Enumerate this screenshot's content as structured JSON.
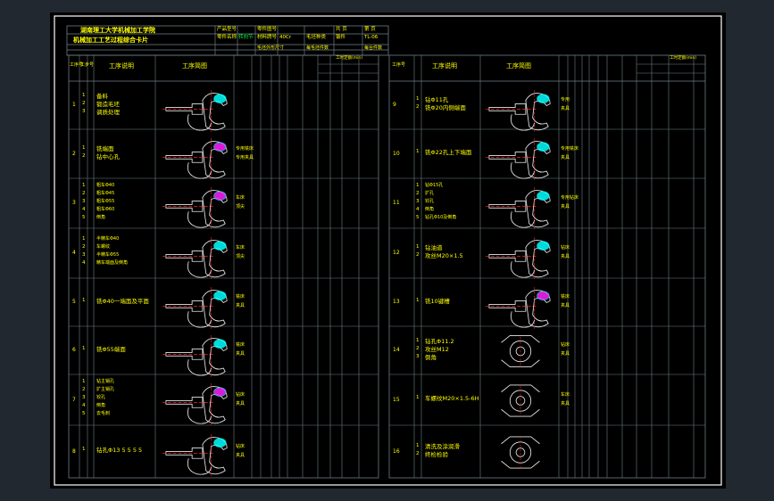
{
  "header": {
    "school": "湖南理工大学机械加工学院",
    "card_title": "机械加工工艺过程综合卡片",
    "r1": [
      "产品型号",
      "",
      "零件图号",
      "",
      "",
      "共 页",
      "第 页"
    ],
    "r2": [
      "零件名称",
      "转向节",
      "材料牌号",
      "40Cr",
      "毛坯种类",
      "锻件",
      "",
      "TL-06"
    ],
    "r3": [
      "",
      "",
      "毛坯外形尺寸",
      "",
      "每毛坯件数",
      "",
      "每台件数",
      "",
      "备注"
    ],
    "col_labels": [
      "工序号",
      "工步号",
      "工序说明",
      "工序简图"
    ],
    "sub_header": "工时定额(min)"
  },
  "left_ops": [
    {
      "no": "1",
      "steps": [
        "1",
        "2",
        "3"
      ],
      "text": [
        "备料",
        "锻造毛坯",
        "调质处理"
      ],
      "equip": [
        "",
        ""
      ]
    },
    {
      "no": "2",
      "steps": [
        "1",
        "2"
      ],
      "text": [
        "铣端面",
        "钻中心孔"
      ],
      "equip": [
        "专用铣床",
        "专用夹具"
      ]
    },
    {
      "no": "3",
      "steps": [
        "1",
        "2",
        "3",
        "4",
        "5"
      ],
      "text": [
        "粗车Φ40",
        "粗车Φ45",
        "粗车Φ55",
        "粗车Φ60",
        "倒角"
      ],
      "equip": [
        "车床",
        "顶尖"
      ]
    },
    {
      "no": "4",
      "steps": [
        "1",
        "2",
        "3",
        "4"
      ],
      "text": [
        "半精车Φ40",
        "车螺纹",
        "半精车Φ55",
        "精车端面及倒角"
      ],
      "equip": [
        "车床",
        "顶尖"
      ]
    },
    {
      "no": "5",
      "steps": [
        "1"
      ],
      "text": [
        "铣Φ40一端面及平面"
      ],
      "equip": [
        "铣床",
        "夹具"
      ]
    },
    {
      "no": "6",
      "steps": [
        "1"
      ],
      "text": [
        "铣Φ55端面"
      ],
      "equip": [
        "铣床",
        "夹具"
      ]
    },
    {
      "no": "7",
      "steps": [
        "1",
        "2",
        "3",
        "4",
        "5"
      ],
      "text": [
        "钻主销孔",
        "扩主销孔",
        "铰孔",
        "倒角",
        "去毛刺"
      ],
      "equip": [
        "钻床",
        "夹具"
      ]
    },
    {
      "no": "8",
      "steps": [
        "1"
      ],
      "text": [
        "钻孔Φ13 5 5 5 5"
      ],
      "equip": [
        "钻床",
        "夹具"
      ]
    }
  ],
  "right_ops": [
    {
      "no": "9",
      "steps": [
        "1",
        "2"
      ],
      "text": [
        "钻Φ11孔",
        "铣Φ20内侧端面"
      ],
      "equip": [
        "专用",
        "夹具"
      ]
    },
    {
      "no": "10",
      "steps": [
        "1"
      ],
      "text": [
        "铣Φ22孔上下端面"
      ],
      "equip": [
        "专用铣床",
        "夹具"
      ]
    },
    {
      "no": "11",
      "steps": [
        "1",
        "2",
        "3",
        "4",
        "5"
      ],
      "text": [
        "钻Φ15孔",
        "扩孔",
        "铰孔",
        "倒角",
        "钻孔Φ10及倒角"
      ],
      "equip": [
        "专用钻床",
        "夹具"
      ]
    },
    {
      "no": "12",
      "steps": [
        "1",
        "2"
      ],
      "text": [
        "钻油道",
        "攻丝M20×1.5"
      ],
      "equip": [
        "钻床",
        "夹具"
      ]
    },
    {
      "no": "13",
      "steps": [
        "1"
      ],
      "text": [
        "铣10键槽"
      ],
      "equip": [
        "铣床",
        "夹具"
      ]
    },
    {
      "no": "14",
      "steps": [
        "1",
        "2",
        "3"
      ],
      "text": [
        "钻孔Φ11.2",
        "攻丝M12",
        "倒角"
      ],
      "equip": [
        "钻床",
        "夹具"
      ]
    },
    {
      "no": "15",
      "steps": [
        "1"
      ],
      "text": [
        "车螺纹M20×1.5-6H"
      ],
      "equip": [
        "车床",
        "夹具"
      ]
    },
    {
      "no": "16",
      "steps": [
        "1",
        "2"
      ],
      "text": [
        "清洗及涂润滑",
        "终检检验"
      ],
      "equip": [
        "",
        ""
      ]
    }
  ],
  "colors": {
    "border": "#ffffff",
    "lines": "#6f7f88",
    "text": "#ffff00",
    "green": "#00ff40",
    "cyan": "#00ffff",
    "magenta": "#ff20ff",
    "red": "#ff2020",
    "drawing": "#e8e8e8"
  }
}
